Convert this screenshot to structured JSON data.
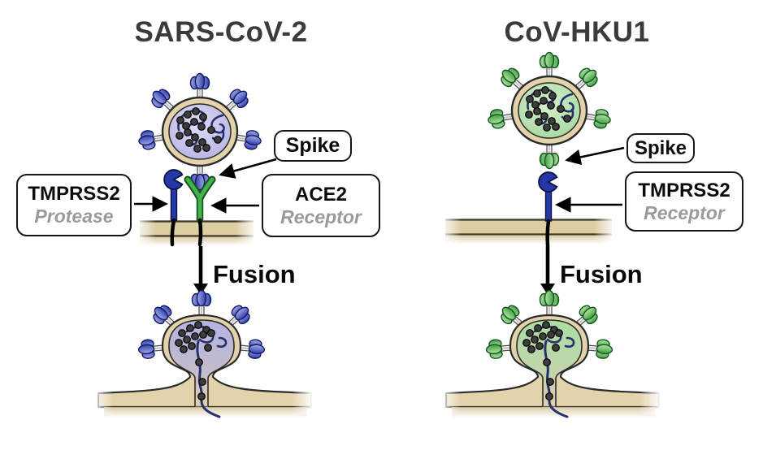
{
  "figure": {
    "panels": [
      {
        "title": "SARS-CoV-2",
        "spike_label": "Spike",
        "protease_label": {
          "name": "TMPRSS2",
          "role": "Protease"
        },
        "receptor_label": {
          "name": "ACE2",
          "role": "Receptor"
        },
        "fusion_label": "Fusion",
        "colors": {
          "spike": "#2e3cae",
          "spike_highlight": "#a3ace8",
          "virus_interior": "#b0ade0",
          "fused_interior_top": "#b6b3e2",
          "ace2_receptor_glyph": "#44b14c",
          "tmprss2_protease_glyph": "#2438a8"
        }
      },
      {
        "title": "CoV-HKU1",
        "spike_label": "Spike",
        "receptor_label": {
          "name": "TMPRSS2",
          "role": "Receptor"
        },
        "fusion_label": "Fusion",
        "colors": {
          "spike": "#3f9f43",
          "spike_highlight": "#b2e5a4",
          "virus_interior": "#9cd49a",
          "fused_interior_top": "#abdda4",
          "tmprss2_receptor_glyph": "#2438a8"
        }
      }
    ],
    "shared_colors": {
      "envelope_tan": "#e3d3ab",
      "membrane_tan": "#dccda3",
      "membrane_edge": "#3a3525",
      "rna_strand": "#26306e",
      "nucleocapsid_dot": "#3d3d3d",
      "outline": "#2b2b2b",
      "label_gray": "#9a9a9a",
      "title_gray": "#3b3b3b"
    }
  }
}
